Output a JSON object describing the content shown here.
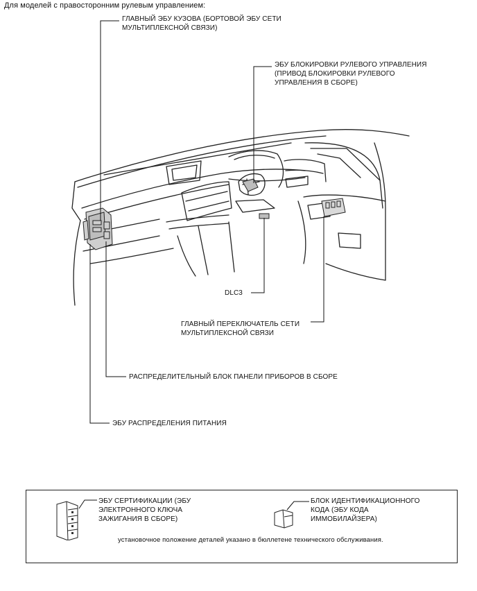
{
  "header": "Для моделей с правосторонним рулевым управлением:",
  "callouts": {
    "body_ecu": [
      "ГЛАВНЫЙ ЭБУ КУЗОВА (БОРТОВОЙ ЭБУ СЕТИ",
      "МУЛЬТИПЛЕКСНОЙ СВЯЗИ)"
    ],
    "steering_lock": [
      "ЭБУ БЛОКИРОВКИ РУЛЕВОГО УПРАВЛЕНИЯ",
      "(ПРИВОД БЛОКИРОВКИ РУЛЕВОГО",
      "УПРАВЛЕНИЯ В СБОРЕ)"
    ],
    "dlc3": "DLC3",
    "multiplex_switch": [
      "ГЛАВНЫЙ ПЕРЕКЛЮЧАТЕЛЬ СЕТИ",
      "МУЛЬТИПЛЕКСНОЙ СВЯЗИ"
    ],
    "junction_block": "РАСПРЕДЕЛИТЕЛЬНЫЙ БЛОК ПАНЕЛИ ПРИБОРОВ В СБОРЕ",
    "power_ecu": "ЭБУ РАСПРЕДЕЛЕНИЯ ПИТАНИЯ"
  },
  "legend": {
    "cert_ecu": [
      "ЭБУ СЕРТИФИКАЦИИ (ЭБУ",
      "ЭЛЕКТРОННОГО КЛЮЧА",
      "ЗАЖИГАНИЯ В СБОРЕ)"
    ],
    "id_box": [
      "БЛОК ИДЕНТИФИКАЦИОННОГО",
      "КОДА (ЭБУ КОДА",
      "ИММОБИЛАЙЗЕРА)"
    ],
    "note": "установочное положение деталей указано в бюллетене технического обслуживания."
  }
}
